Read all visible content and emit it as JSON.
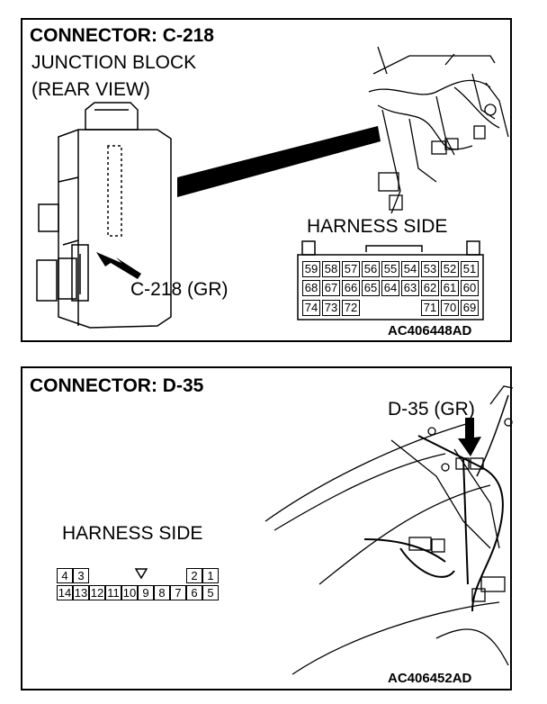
{
  "panel1": {
    "title": "CONNECTOR: C-218",
    "subtitle_line1": "JUNCTION BLOCK",
    "subtitle_line2": "(REAR VIEW)",
    "connector_label": "C-218 (GR)",
    "harness_side": "HARNESS SIDE",
    "pins_row1": [
      "59",
      "58",
      "57",
      "56",
      "55",
      "54",
      "53",
      "52",
      "51"
    ],
    "pins_row2": [
      "68",
      "67",
      "66",
      "65",
      "64",
      "63",
      "62",
      "61",
      "60"
    ],
    "pins_row3_left": [
      "74",
      "73",
      "72"
    ],
    "pins_row3_right": [
      "71",
      "70",
      "69"
    ],
    "code": "AC406448AD"
  },
  "panel2": {
    "title": "CONNECTOR: D-35",
    "connector_label": "D-35 (GR)",
    "harness_side": "HARNESS SIDE",
    "pins_top_left": [
      "4",
      "3"
    ],
    "pins_top_right": [
      "2",
      "1"
    ],
    "pins_bottom": [
      "14",
      "13",
      "12",
      "11",
      "10",
      "9",
      "8",
      "7",
      "6",
      "5"
    ],
    "code": "AC406452AD"
  }
}
